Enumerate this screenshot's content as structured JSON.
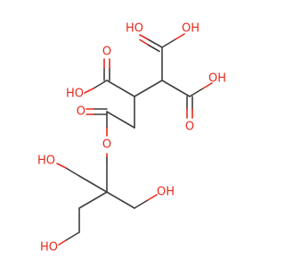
{
  "molecule": {
    "labels": {
      "oh_top_right": "OH",
      "ho_top_left": "HO",
      "oh_right": "OH",
      "o_ketone_top": "O",
      "o_right": "O",
      "o_ester": "O",
      "o_ester_carbonyl": "O",
      "ho_left_top": "HO",
      "oh_right_bottom": "OH",
      "ho_bottom": "HO"
    },
    "colors": {
      "bond": "#3d3d3d",
      "oxygen": "#e8291c"
    }
  }
}
